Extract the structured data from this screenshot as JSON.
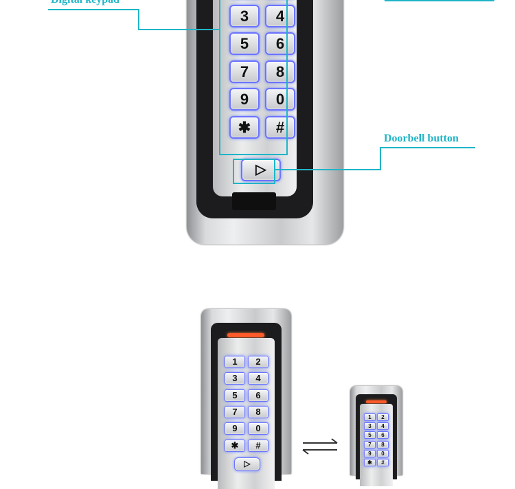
{
  "callouts": {
    "keypad": "Digital keypad",
    "doorbell": "Doorbell button"
  },
  "keys": [
    "1",
    "2",
    "3",
    "4",
    "5",
    "6",
    "7",
    "8",
    "9",
    "0",
    "✱",
    "#"
  ],
  "doorbell_glyph": "▷",
  "colors": {
    "callout": "#1fb5c7",
    "key_glow": "#6b73ff",
    "led": "#ff5a2a"
  },
  "icons": {
    "exchange": "bidirectional-arrows-icon",
    "doorbell": "bell-icon"
  }
}
